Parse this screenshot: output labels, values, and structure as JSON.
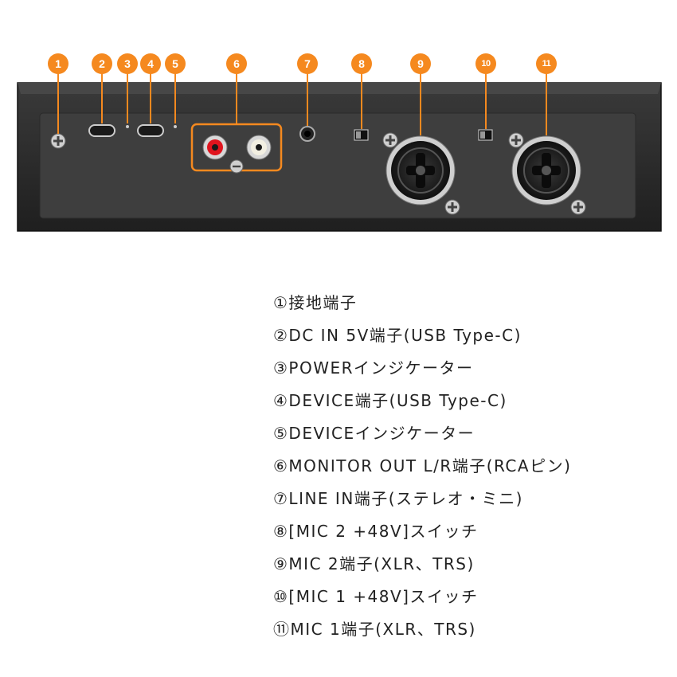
{
  "callouts": [
    "1",
    "2",
    "3",
    "4",
    "5",
    "6",
    "7",
    "8",
    "9",
    "10",
    "11"
  ],
  "legend": [
    "①接地端子",
    "②DC IN 5V端子(USB Type-C)",
    "③POWERインジケーター",
    "④DEVICE端子(USB Type-C)",
    "⑤DEVICEインジケーター",
    "⑥MONITOR OUT L/R端子(RCAピン)",
    "⑦LINE IN端子(ステレオ・ミニ)",
    "⑧[MIC 2 +48V]スイッチ",
    "⑨MIC 2端子(XLR、TRS)",
    "⑩[MIC 1 +48V]スイッチ",
    "⑪MIC 1端子(XLR、TRS)"
  ],
  "colors": {
    "accent": "#f5891f",
    "body": "#2c2c2c",
    "panel": "#3d3d3d"
  }
}
